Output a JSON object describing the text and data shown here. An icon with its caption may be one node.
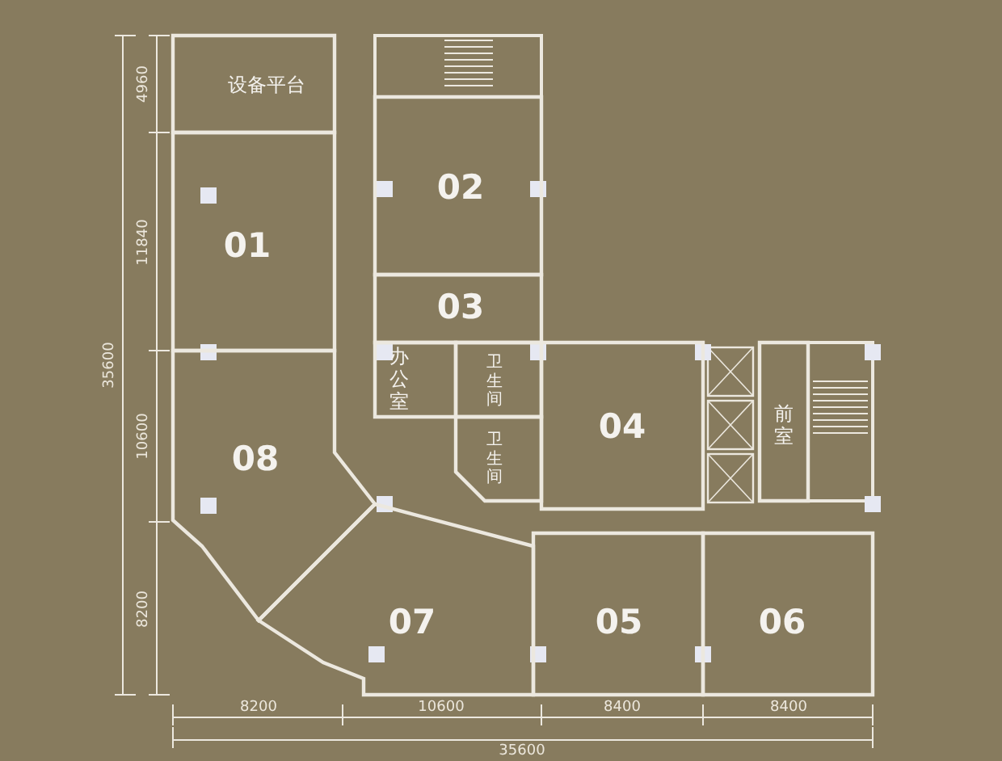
{
  "diagram": {
    "nodes": [
      {
        "text": [
          "设备平台"
        ]
      },
      {
        "text": [
          "02"
        ]
      },
      {
        "text": [
          "01"
        ]
      },
      {
        "text": [
          "03"
        ]
      },
      {
        "text": [
          "办公室"
        ]
      },
      {
        "text": [
          "卫生间"
        ]
      },
      {
        "text": [
          "04"
        ]
      },
      {
        "text": [
          "前室"
        ]
      },
      {
        "text": [
          "卫生间"
        ]
      },
      {
        "text": [
          "08"
        ]
      },
      {
        "text": [
          "07"
        ]
      },
      {
        "text": [
          "05"
        ]
      },
      {
        "text": [
          "06"
        ]
      }
    ],
    "edges": [],
    "labels": [
      "4960",
      "11840",
      "35600",
      "10600",
      "8200",
      "8200",
      "10600",
      "8400",
      "8400",
      "35600"
    ]
  }
}
